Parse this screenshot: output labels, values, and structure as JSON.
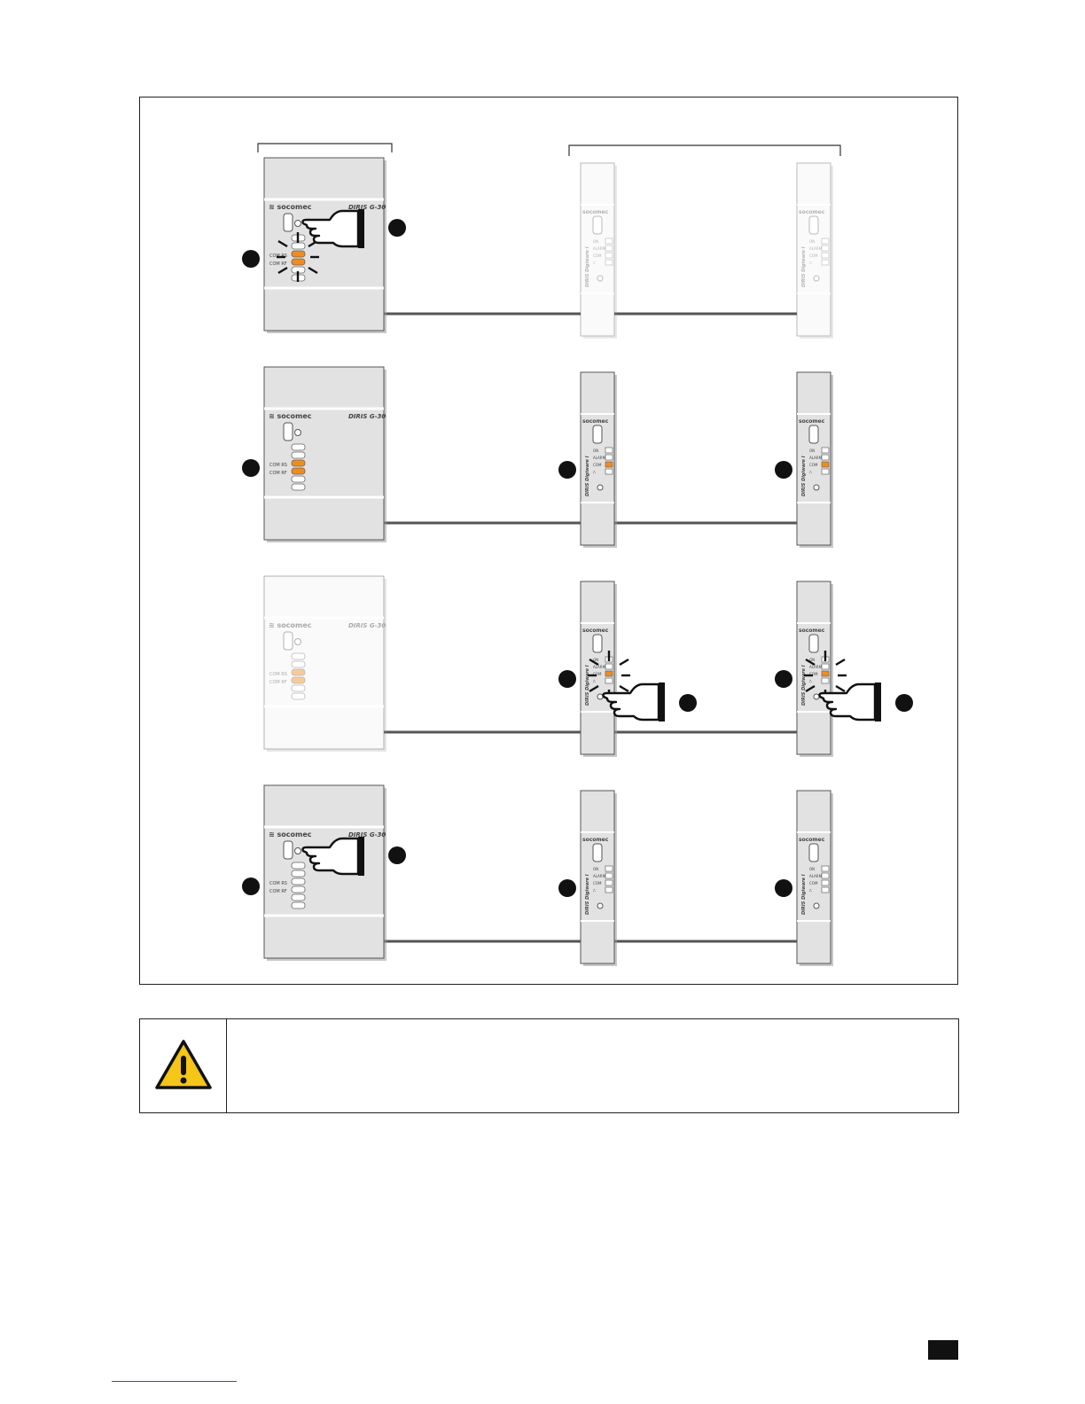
{
  "colors": {
    "frame": "#222222",
    "device_body": "#e2e2e2",
    "device_faded": "#f4f4f4",
    "led_orange": "#f08c1e",
    "callout_black": "#111111",
    "warning_yellow": "#f5c518",
    "link_blue": "#2b4bd1"
  },
  "labels": {
    "brand": "socomec",
    "gateway_model": "DIRIS G-30",
    "module_model": "DIRIS Digiware I",
    "com_rs": "COM RS",
    "com_rf": "COM RF",
    "led_on": "ON",
    "led_alarm": "ALARM",
    "led_com": "COM"
  },
  "icons": {
    "warning": "warning-triangle-icon",
    "press": "pointing-hand-icon"
  },
  "rows": [
    {
      "gateway_state": "pressing",
      "modules_state": "faded"
    },
    {
      "gateway_state": "com-lit",
      "modules_state": "com-lit"
    },
    {
      "gateway_state": "faded",
      "modules_state": "pressing"
    },
    {
      "gateway_state": "pressing-off",
      "modules_state": "off"
    }
  ]
}
